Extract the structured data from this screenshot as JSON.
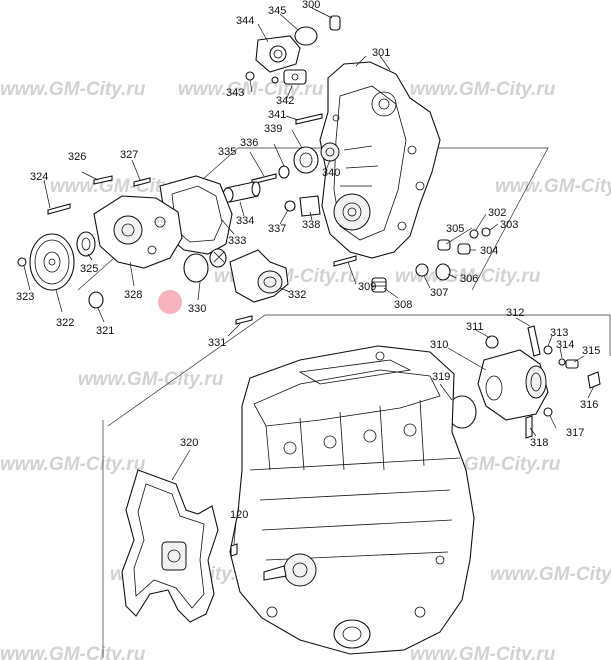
{
  "watermark": "www.GM-City.ru",
  "labels": {
    "l120": "120",
    "l300": "300",
    "l301": "301",
    "l302": "302",
    "l303": "303",
    "l304": "304",
    "l305": "305",
    "l306": "306",
    "l307": "307",
    "l308": "308",
    "l309": "309",
    "l310": "310",
    "l311": "311",
    "l312": "312",
    "l313": "313",
    "l314": "314",
    "l315": "315",
    "l316": "316",
    "l317": "317",
    "l318": "318",
    "l319": "319",
    "l320": "320",
    "l321": "321",
    "l322": "322",
    "l323": "323",
    "l324": "324",
    "l325": "325",
    "l326": "326",
    "l327": "327",
    "l328": "328",
    "l330": "330",
    "l331": "331",
    "l332": "332",
    "l333": "333",
    "l334": "334",
    "l335": "335",
    "l336": "336",
    "l337": "337",
    "l338": "338",
    "l339": "339",
    "l340": "340",
    "l341": "341",
    "l342": "342",
    "l343": "343",
    "l344": "344",
    "l345": "345"
  },
  "colors": {
    "highlight": "#f7b3be",
    "watermark": "#d2d2d2",
    "line": "#111111"
  }
}
